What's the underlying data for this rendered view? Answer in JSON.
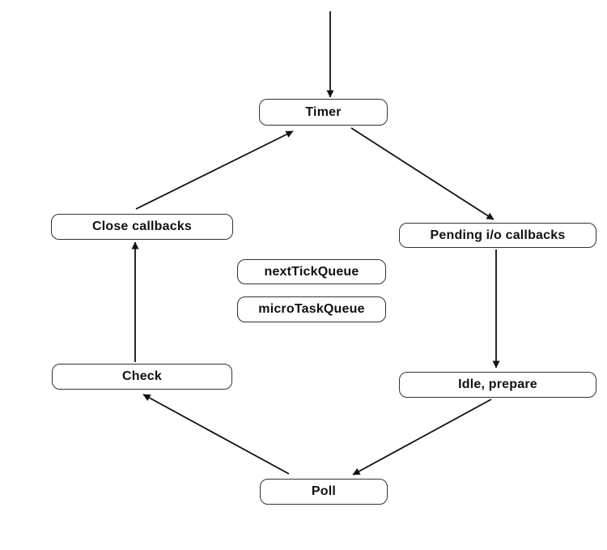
{
  "diagram": {
    "type": "flowchart",
    "subject": "event-loop-phases",
    "nodes": [
      {
        "id": "timer",
        "label": "Timer"
      },
      {
        "id": "close-callbacks",
        "label": "Close callbacks"
      },
      {
        "id": "pending-io",
        "label": "Pending i/o callbacks"
      },
      {
        "id": "next-tick-queue",
        "label": "nextTickQueue"
      },
      {
        "id": "micro-task-queue",
        "label": "microTaskQueue"
      },
      {
        "id": "check",
        "label": "Check"
      },
      {
        "id": "idle-prepare",
        "label": "Idle, prepare"
      },
      {
        "id": "poll",
        "label": "Poll"
      }
    ],
    "edges": [
      {
        "from": "entry",
        "to": "timer"
      },
      {
        "from": "timer",
        "to": "pending-io"
      },
      {
        "from": "pending-io",
        "to": "idle-prepare"
      },
      {
        "from": "idle-prepare",
        "to": "poll"
      },
      {
        "from": "poll",
        "to": "check"
      },
      {
        "from": "check",
        "to": "close-callbacks"
      },
      {
        "from": "close-callbacks",
        "to": "timer"
      }
    ],
    "colors": {
      "background": "#ffffff",
      "box_fill": "#ffffff",
      "box_border": "#333333",
      "text": "#111111",
      "arrow": "#111111"
    }
  }
}
